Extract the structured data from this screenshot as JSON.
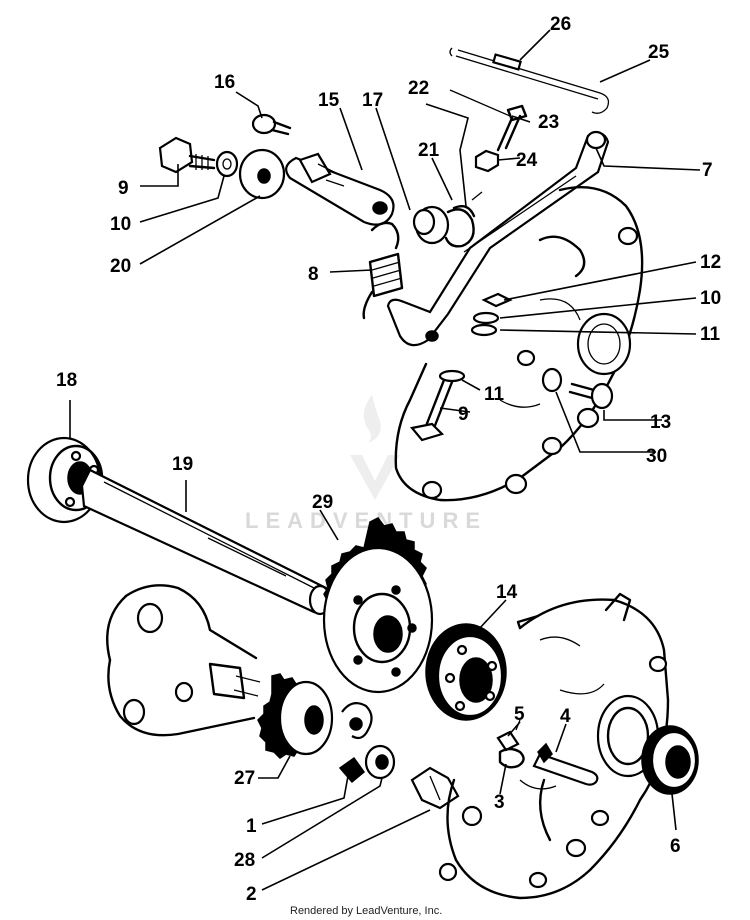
{
  "watermark": {
    "text": "LEADVENTURE"
  },
  "footer": {
    "text": "Rendered by LeadVenture, Inc."
  },
  "callouts": [
    "26",
    "25",
    "16",
    "15",
    "17",
    "22",
    "23",
    "7",
    "9",
    "10",
    "21",
    "24",
    "20",
    "8",
    "12",
    "10",
    "11",
    "11",
    "9",
    "13",
    "30",
    "18",
    "19",
    "29",
    "14",
    "5",
    "4",
    "27",
    "3",
    "1",
    "6",
    "28",
    "2"
  ]
}
